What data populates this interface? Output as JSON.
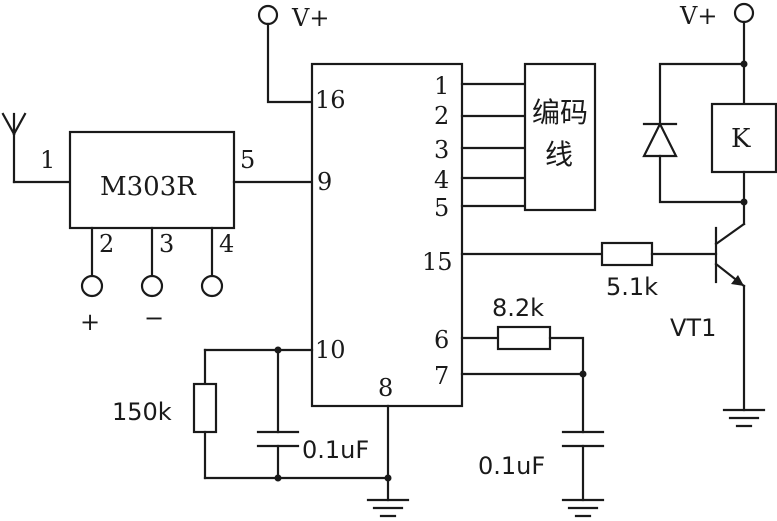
{
  "supply": {
    "left_label": "V+",
    "right_label": "V+"
  },
  "receiver_module": {
    "name": "M303R",
    "pins": {
      "p1": "1",
      "p2": "2",
      "p3": "3",
      "p4": "4",
      "p5": "5"
    },
    "plus_sign": "+",
    "minus_sign": "−"
  },
  "decoder_ic": {
    "pins": {
      "p1": "1",
      "p2": "2",
      "p3": "3",
      "p4": "4",
      "p5": "5",
      "p6": "6",
      "p7": "7",
      "p8": "8",
      "p9": "9",
      "p10": "10",
      "p15": "15",
      "p16": "16"
    }
  },
  "code_block": {
    "line1": "编码",
    "line2": "线"
  },
  "relay": {
    "label": "K"
  },
  "transistor": {
    "label": "VT1"
  },
  "components": {
    "r_base": "5.1k",
    "r_osc": "8.2k",
    "r_timing": "150k",
    "c_timing": "0.1uF",
    "c_osc": "0.1uF"
  },
  "colors": {
    "ink": "#1a1a1a",
    "paper": "#ffffff"
  }
}
